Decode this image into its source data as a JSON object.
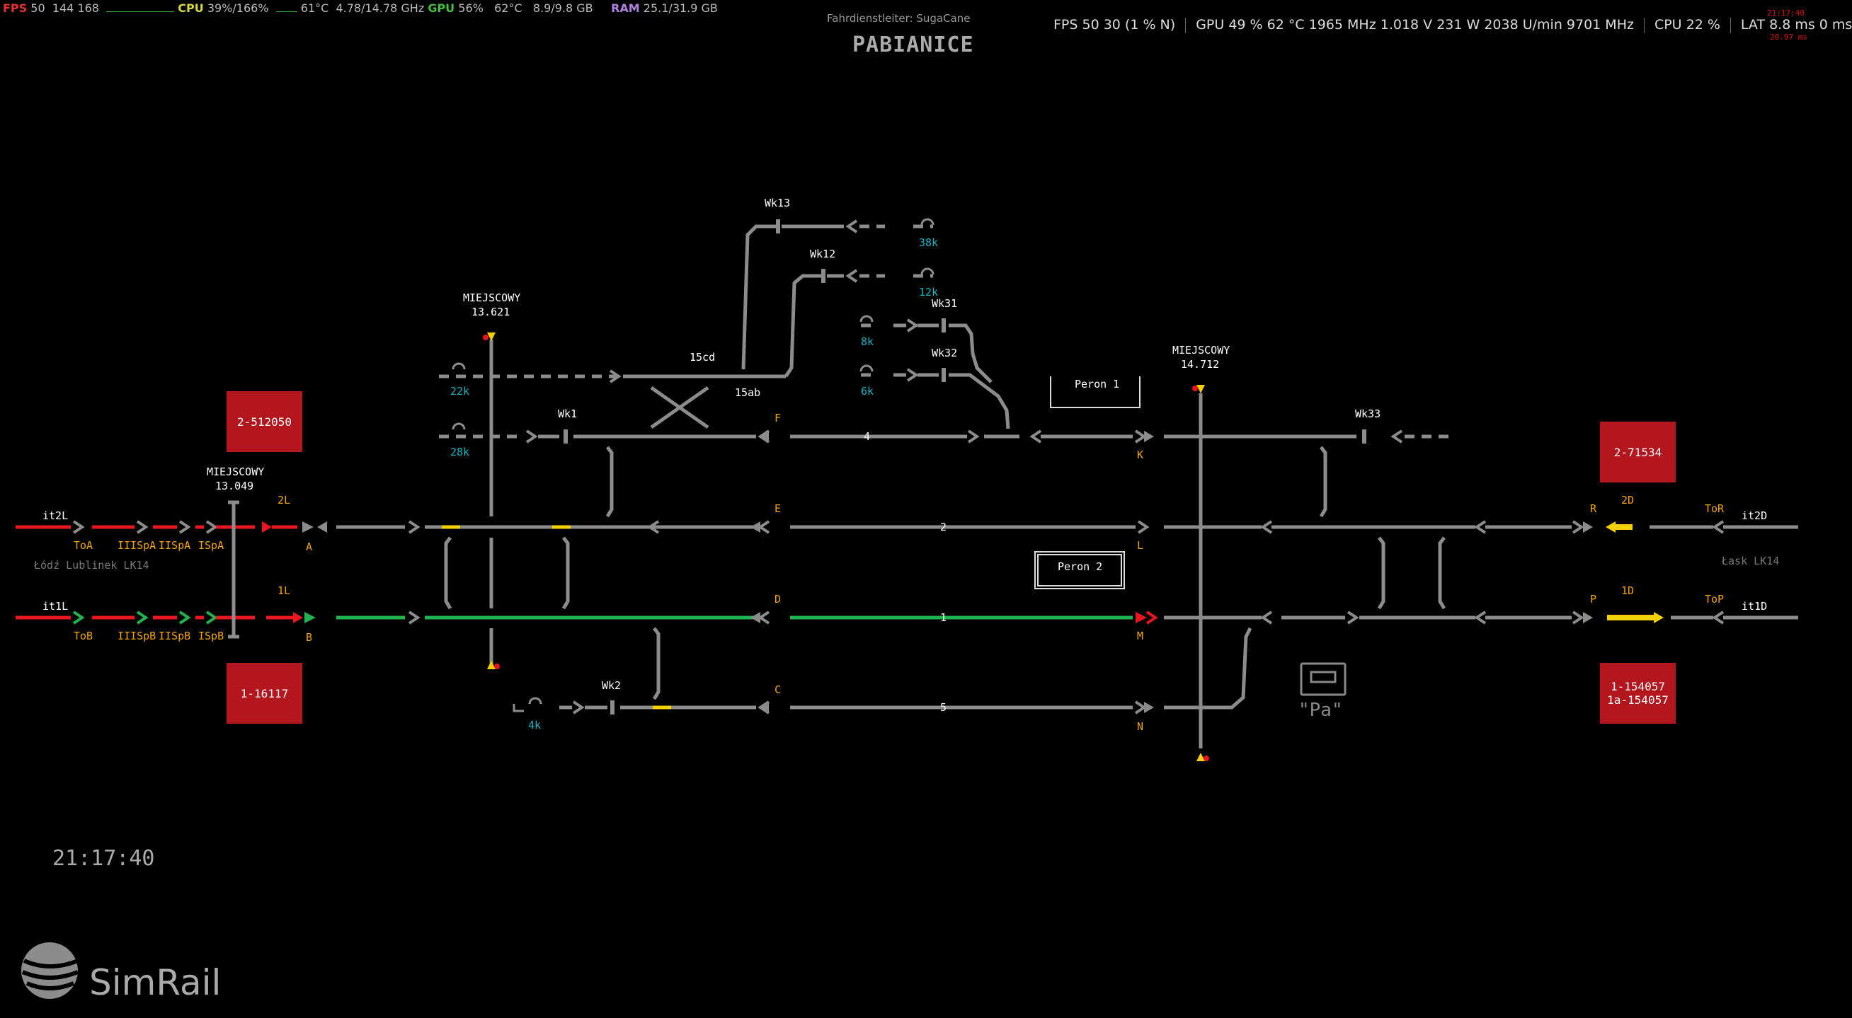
{
  "overlay_left": {
    "fps_label": "FPS",
    "fps_value": "50",
    "frametime": "144 168",
    "cpu_label": "CPU",
    "cpu_value": "39%/166%",
    "cpu_temp": "61°C",
    "cpu_clock": "4.78/14.78 GHz",
    "gpu_label": "GPU",
    "gpu_value": "56%",
    "gpu_temp": "62°C",
    "gpu_mem": "8.9/9.8 GB",
    "ram_label": "RAM",
    "ram_value": "25.1/31.9 GB"
  },
  "overlay_right": {
    "fps": "FPS  50   30 (1 % N)",
    "gpu": "GPU  49 %  62 °C  1965 MHz  1.018 V  231 W  2038 U/min  9701 MHz",
    "cpu": "CPU  22 %",
    "lat": "LAT  8.8 ms  0 ms",
    "time_small": "21:17:40",
    "lat_small": "20.97 ms"
  },
  "header": {
    "dispatcher": "Fahrdienstleiter: SugaCane",
    "station": "PABIANICE"
  },
  "clock": "21:17:40",
  "logo": "SimRail",
  "route_boxes": [
    {
      "id": "box-2-512050",
      "line1": "2-512050",
      "line2": ""
    },
    {
      "id": "box-1-16117",
      "line1": "1-16117",
      "line2": ""
    },
    {
      "id": "box-2-71534",
      "line1": "2-71534",
      "line2": ""
    },
    {
      "id": "box-1-154057",
      "line1": "1-154057",
      "line2": "1a-154057"
    }
  ],
  "labels": {
    "it2L": "it2L",
    "it1L": "it1L",
    "lodz": "Łódź Lublinek LK14",
    "lask": "Łask LK14",
    "it2D": "it2D",
    "it1D": "it1D",
    "ToA": "ToA",
    "IIISpA": "IIISpA",
    "IISpA": "IISpA",
    "ISpA": "ISpA",
    "ToB": "ToB",
    "IIISpB": "IIISpB",
    "IISpB": "IISpB",
    "ISpB": "ISpB",
    "ToR": "ToR",
    "ToP": "ToP",
    "miejscowy1": "MIEJSCOWY",
    "km1": "13.049",
    "miejscowy2": "MIEJSCOWY",
    "km2": "13.621",
    "miejscowy3": "MIEJSCOWY",
    "km3": "14.712",
    "sig2L": "2L",
    "sig1L": "1L",
    "sig2D": "2D",
    "sig1D": "1D",
    "A": "A",
    "B": "B",
    "C": "C",
    "D": "D",
    "E": "E",
    "F": "F",
    "K": "K",
    "L": "L",
    "M": "M",
    "N": "N",
    "R": "R",
    "P": "P",
    "peron1": "Peron 1",
    "peron2": "Peron 2",
    "pa": "\"Pa\"",
    "Wk1": "Wk1",
    "Wk2": "Wk2",
    "Wk12": "Wk12",
    "Wk13": "Wk13",
    "Wk31": "Wk31",
    "Wk32": "Wk32",
    "Wk33": "Wk33",
    "15cd": "15cd",
    "15ab": "15ab",
    "track1": "1",
    "track2": "2",
    "track4": "4",
    "track5": "5",
    "n22k": "22k",
    "n28k": "28k",
    "n38k": "38k",
    "n12k": "12k",
    "n8k": "8k",
    "n6k": "6k",
    "n4k": "4k"
  },
  "colors": {
    "red": "#e8161f",
    "green": "#1fb450",
    "yellow": "#f5d000",
    "grey": "#8c8c8c",
    "cyan": "#19b3c2",
    "orange": "#f2a500",
    "box": "#b3161d"
  }
}
